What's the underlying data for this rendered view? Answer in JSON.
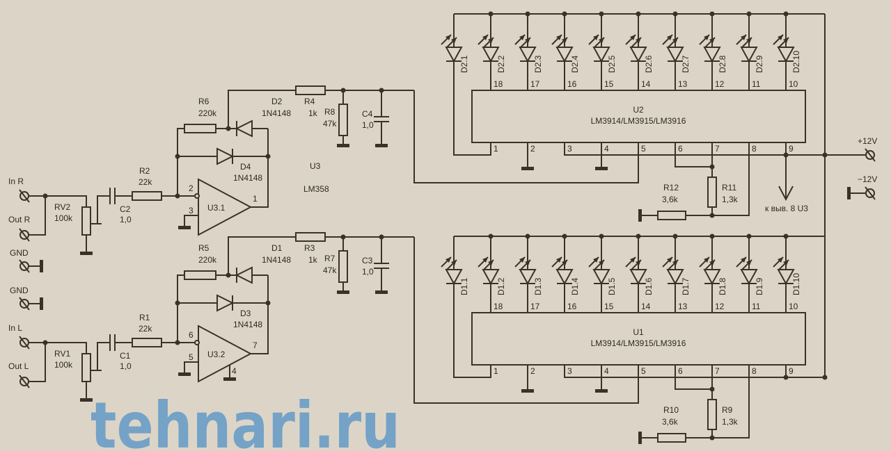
{
  "terminals": {
    "in_r": "In R",
    "out_r": "Out R",
    "gnd1": "GND",
    "gnd2": "GND",
    "in_l": "In L",
    "out_l": "Out L",
    "plus12": "+12V",
    "minus12": "−12V"
  },
  "opamp_pkg": {
    "name": "U3",
    "part": "LM358"
  },
  "channels": [
    {
      "rv": "RV2",
      "rv_val": "100k",
      "c_in": "C2",
      "c_in_val": "1,0",
      "r_in": "R2",
      "r_in_val": "22k",
      "r_fb": "R6",
      "r_fb_val": "220k",
      "d_top": "D2",
      "d_top_val": "1N4148",
      "d_mid": "D4",
      "d_mid_val": "1N4148",
      "opamp": "U3.1",
      "pin_inv": "2",
      "pin_non": "3",
      "pin_out": "1",
      "pin_gnd": "",
      "r_out": "R4",
      "r_out_val": "1k",
      "r_sh": "R8",
      "r_sh_val": "47k",
      "c_out": "C4",
      "c_out_val": "1,0"
    },
    {
      "rv": "RV1",
      "rv_val": "100k",
      "c_in": "C1",
      "c_in_val": "1,0",
      "r_in": "R1",
      "r_in_val": "22k",
      "r_fb": "R5",
      "r_fb_val": "220k",
      "d_top": "D1",
      "d_top_val": "1N4148",
      "d_mid": "D3",
      "d_mid_val": "1N4148",
      "opamp": "U3.2",
      "pin_inv": "6",
      "pin_non": "5",
      "pin_out": "7",
      "pin_gnd": "4",
      "r_out": "R3",
      "r_out_val": "1k",
      "r_sh": "R7",
      "r_sh_val": "47k",
      "c_out": "C3",
      "c_out_val": "1,0"
    }
  ],
  "banks": [
    {
      "chip": "U2",
      "part": "LM3914/LM3915/LM3916",
      "leds": [
        "D2.1",
        "D2.2",
        "D2.3",
        "D2.4",
        "D2.5",
        "D2.6",
        "D2.7",
        "D2.8",
        "D2.9",
        "D2.10"
      ],
      "top_pins": [
        "18",
        "17",
        "16",
        "15",
        "14",
        "13",
        "12",
        "11",
        "10"
      ],
      "bottom_pins": [
        "1",
        "2",
        "3",
        "4",
        "5",
        "6",
        "7",
        "8",
        "9"
      ],
      "r_a": "R12",
      "r_a_val": "3,6k",
      "r_b": "R11",
      "r_b_val": "1,3k",
      "note": "к выв. 8 U3"
    },
    {
      "chip": "U1",
      "part": "LM3914/LM3915/LM3916",
      "leds": [
        "D1.1",
        "D1.2",
        "D1.3",
        "D1.4",
        "D1.5",
        "D1.6",
        "D1.7",
        "D1.8",
        "D1.9",
        "D1.10"
      ],
      "top_pins": [
        "18",
        "17",
        "16",
        "15",
        "14",
        "13",
        "12",
        "11",
        "10"
      ],
      "bottom_pins": [
        "1",
        "2",
        "3",
        "4",
        "5",
        "6",
        "7",
        "8",
        "9"
      ],
      "r_a": "R10",
      "r_a_val": "3,6k",
      "r_b": "R9",
      "r_b_val": "1,3k",
      "note": ""
    }
  ],
  "watermark": "tehnari.ru",
  "colors": {
    "background": "#dcd5c7",
    "ink": "#3a3228",
    "watermark": "#5f97c7"
  }
}
